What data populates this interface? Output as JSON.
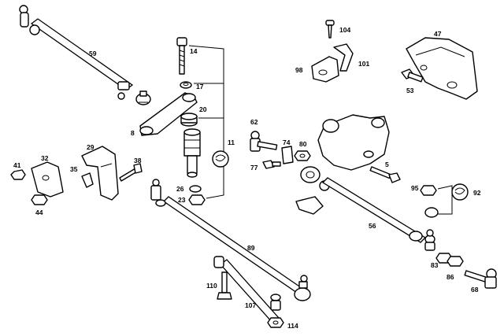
{
  "callouts": {
    "c59": "59",
    "c14": "14",
    "c17": "17",
    "c8": "8",
    "c20": "20",
    "c11": "11",
    "c26": "26",
    "c23": "23",
    "c104": "104",
    "c47": "47",
    "c98": "98",
    "c101": "101",
    "c53": "53",
    "c62": "62",
    "c74": "74",
    "c80": "80",
    "c77": "77",
    "c5": "5",
    "c29": "29",
    "c32": "32",
    "c38": "38",
    "c41": "41",
    "c35": "35",
    "c44": "44",
    "c95": "95",
    "c92": "92",
    "c56": "56",
    "c89": "89",
    "c83": "83",
    "c86": "86",
    "c68": "68",
    "c110": "110",
    "c107": "107",
    "c114": "114"
  }
}
